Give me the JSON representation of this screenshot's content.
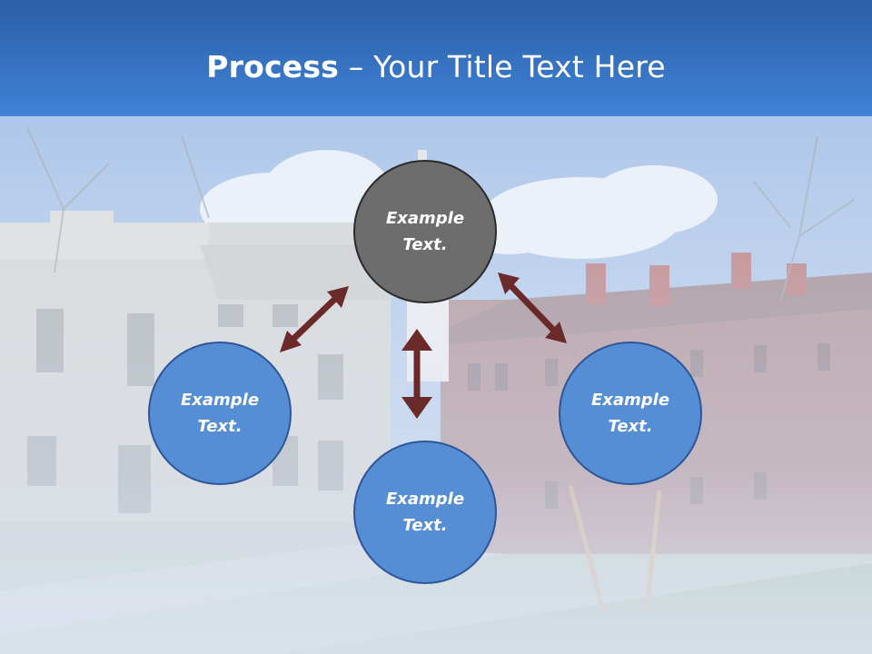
{
  "slide": {
    "title_bold": "Process",
    "title_rest": " – Your Title Text Here"
  },
  "nodes": {
    "top": "Example\nText.",
    "left": "Example\nText.",
    "right": "Example\nText.",
    "bottom": "Example\nText."
  },
  "colors": {
    "header_blue": "#3a78c9",
    "node_blue": "#558ed5",
    "node_gray": "#6d6d6d",
    "arrow": "#6b2a2a"
  }
}
